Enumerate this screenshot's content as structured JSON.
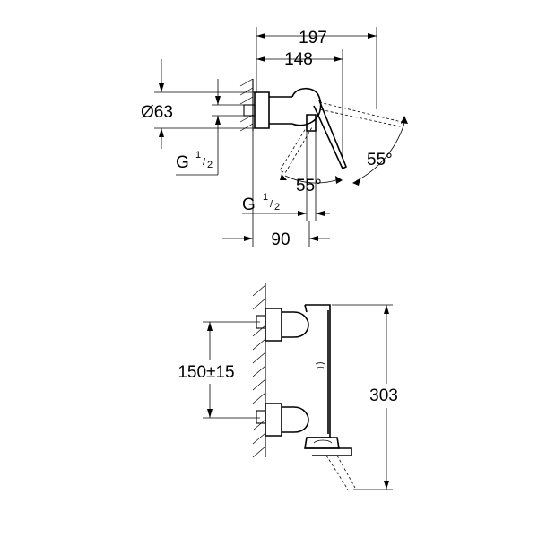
{
  "top_view": {
    "dim_overall_width": "197",
    "dim_spout_width": "148",
    "dim_diameter": "Ø63",
    "dim_thread_left": {
      "main": "G",
      "num": "1",
      "den": "2"
    },
    "dim_angle_right": "55°",
    "dim_angle_bottom": "55°",
    "dim_thread_bottom": {
      "main": "G",
      "num": "1",
      "den": "2"
    },
    "dim_depth": "90"
  },
  "side_view": {
    "dim_centers": "150±15",
    "dim_height": "303"
  }
}
